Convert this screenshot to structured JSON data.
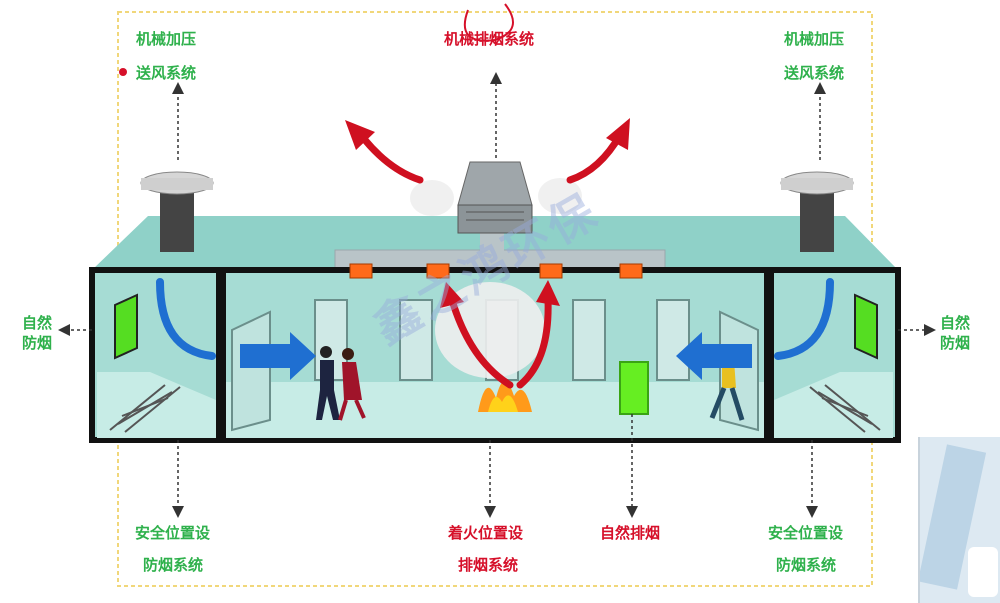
{
  "labels": {
    "mech_pressure_left_1": "机械加压",
    "mech_pressure_left_2": "送风系统",
    "mech_exhaust": "机械排烟系统",
    "mech_pressure_right_1": "机械加压",
    "mech_pressure_right_2": "送风系统",
    "natural_smoke_left_1": "自然",
    "natural_smoke_left_2": "防烟",
    "natural_smoke_right_1": "自然",
    "natural_smoke_right_2": "防烟",
    "safe_left_1": "安全位置设",
    "safe_left_2": "防烟系统",
    "fire_location_1": "着火位置设",
    "fire_location_2": "排烟系统",
    "natural_exhaust": "自然排烟",
    "safe_right_1": "安全位置设",
    "safe_right_2": "防烟系统"
  },
  "watermark": "鑫之鸿环保",
  "colors": {
    "frame": "#f1d77a",
    "roof": "#8fd1c8",
    "wall": "#a6dcd4",
    "floor": "#c7ece6",
    "flow_arrow": "#1f6fd1",
    "smoke_arrow": "#cf1020",
    "vent": "#ff6a1a",
    "window": "#55dd22",
    "label_green": "#2fb14c",
    "label_red": "#d6102a"
  }
}
